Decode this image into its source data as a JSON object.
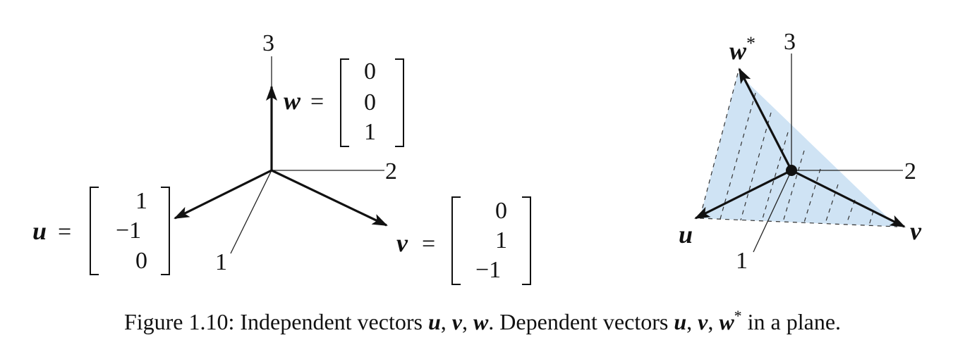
{
  "left_diagram": {
    "axis_labels": {
      "axis1": "1",
      "axis2": "2",
      "axis3": "3"
    },
    "vectors": {
      "w": {
        "symbol": "w",
        "equals": "=",
        "components": [
          "0",
          "0",
          "1"
        ]
      },
      "u": {
        "symbol": "u",
        "equals": "=",
        "components": [
          "1",
          "−1",
          "0"
        ]
      },
      "v": {
        "symbol": "v",
        "equals": "=",
        "components": [
          "0",
          "1",
          "−1"
        ]
      }
    }
  },
  "right_diagram": {
    "axis_labels": {
      "axis1": "1",
      "axis2": "2",
      "axis3": "3"
    },
    "vector_labels": {
      "w_star": "w",
      "w_star_sup": "*",
      "u": "u",
      "v": "v"
    },
    "plane_fill": "#cfe3f4"
  },
  "caption": {
    "prefix": "Figure 1.10: Independent vectors ",
    "u": "u",
    "comma1": ", ",
    "v": "v",
    "comma2": ", ",
    "w": "w",
    "middle": ". Dependent vectors ",
    "u2": "u",
    "comma3": ", ",
    "v2": "v",
    "comma4": ", ",
    "w_star": "w",
    "w_star_sup": "*",
    "suffix": " in a plane."
  }
}
